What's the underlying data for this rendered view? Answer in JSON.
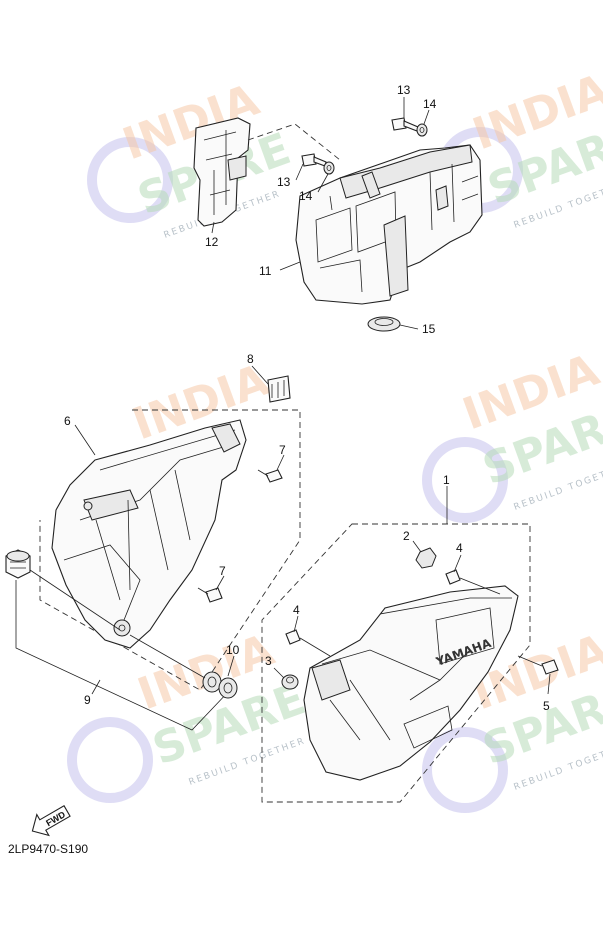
{
  "diagram": {
    "drawing_code": "2LP9470-S190",
    "fwd_label": "FWD",
    "model_badge": "YAMAHA",
    "callouts": [
      {
        "id": "c1",
        "text": "1"
      },
      {
        "id": "c2",
        "text": "2"
      },
      {
        "id": "c3",
        "text": "3"
      },
      {
        "id": "c4a",
        "text": "4"
      },
      {
        "id": "c4b",
        "text": "4"
      },
      {
        "id": "c5",
        "text": "5"
      },
      {
        "id": "c6",
        "text": "6"
      },
      {
        "id": "c7a",
        "text": "7"
      },
      {
        "id": "c7b",
        "text": "7"
      },
      {
        "id": "c8",
        "text": "8"
      },
      {
        "id": "c9",
        "text": "9"
      },
      {
        "id": "c10",
        "text": "10"
      },
      {
        "id": "c11",
        "text": "11"
      },
      {
        "id": "c12",
        "text": "12"
      },
      {
        "id": "c13a",
        "text": "13"
      },
      {
        "id": "c13b",
        "text": "13"
      },
      {
        "id": "c14a",
        "text": "14"
      },
      {
        "id": "c14b",
        "text": "14"
      },
      {
        "id": "c15",
        "text": "15"
      }
    ]
  },
  "watermark": {
    "line1": "INDIA",
    "line2": "SPARE",
    "tagline": "REBUILD TOGETHER"
  }
}
